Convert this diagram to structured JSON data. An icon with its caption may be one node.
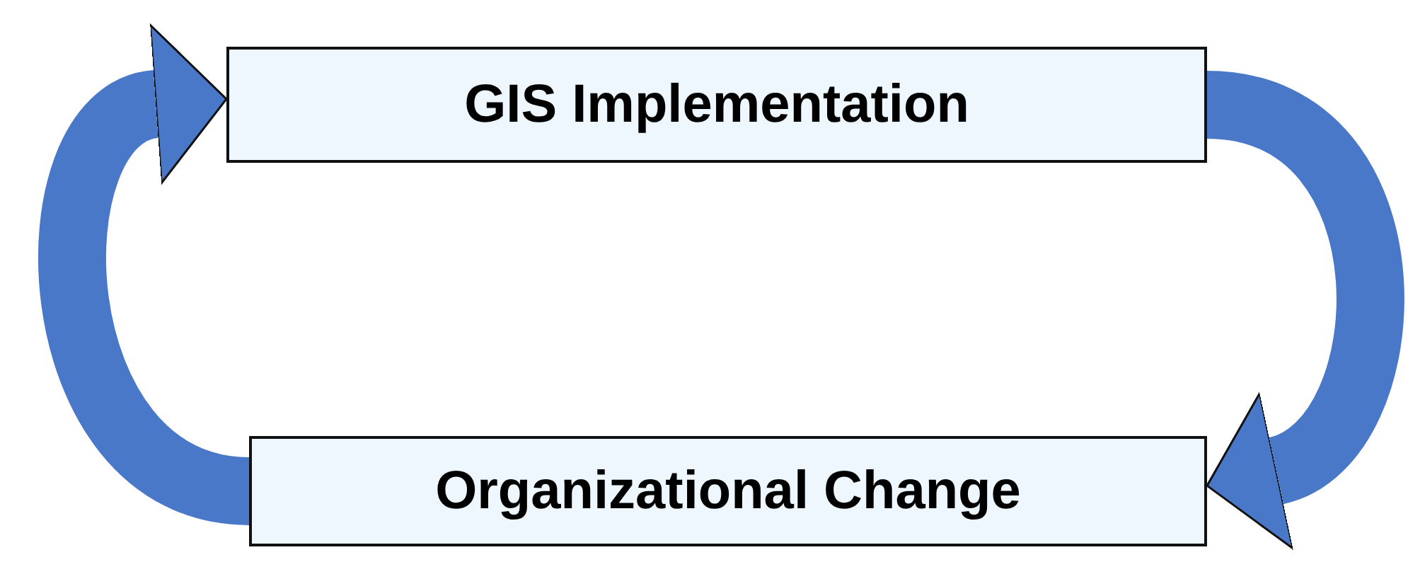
{
  "diagram": {
    "nodes": [
      {
        "text": [
          "GIS Implementation"
        ]
      },
      {
        "text": [
          "Organizational Change"
        ]
      }
    ],
    "edges": [
      {
        "from": 0,
        "to": 1,
        "arrow": "to"
      },
      {
        "from": 1,
        "to": 0,
        "arrow": "to"
      }
    ]
  }
}
